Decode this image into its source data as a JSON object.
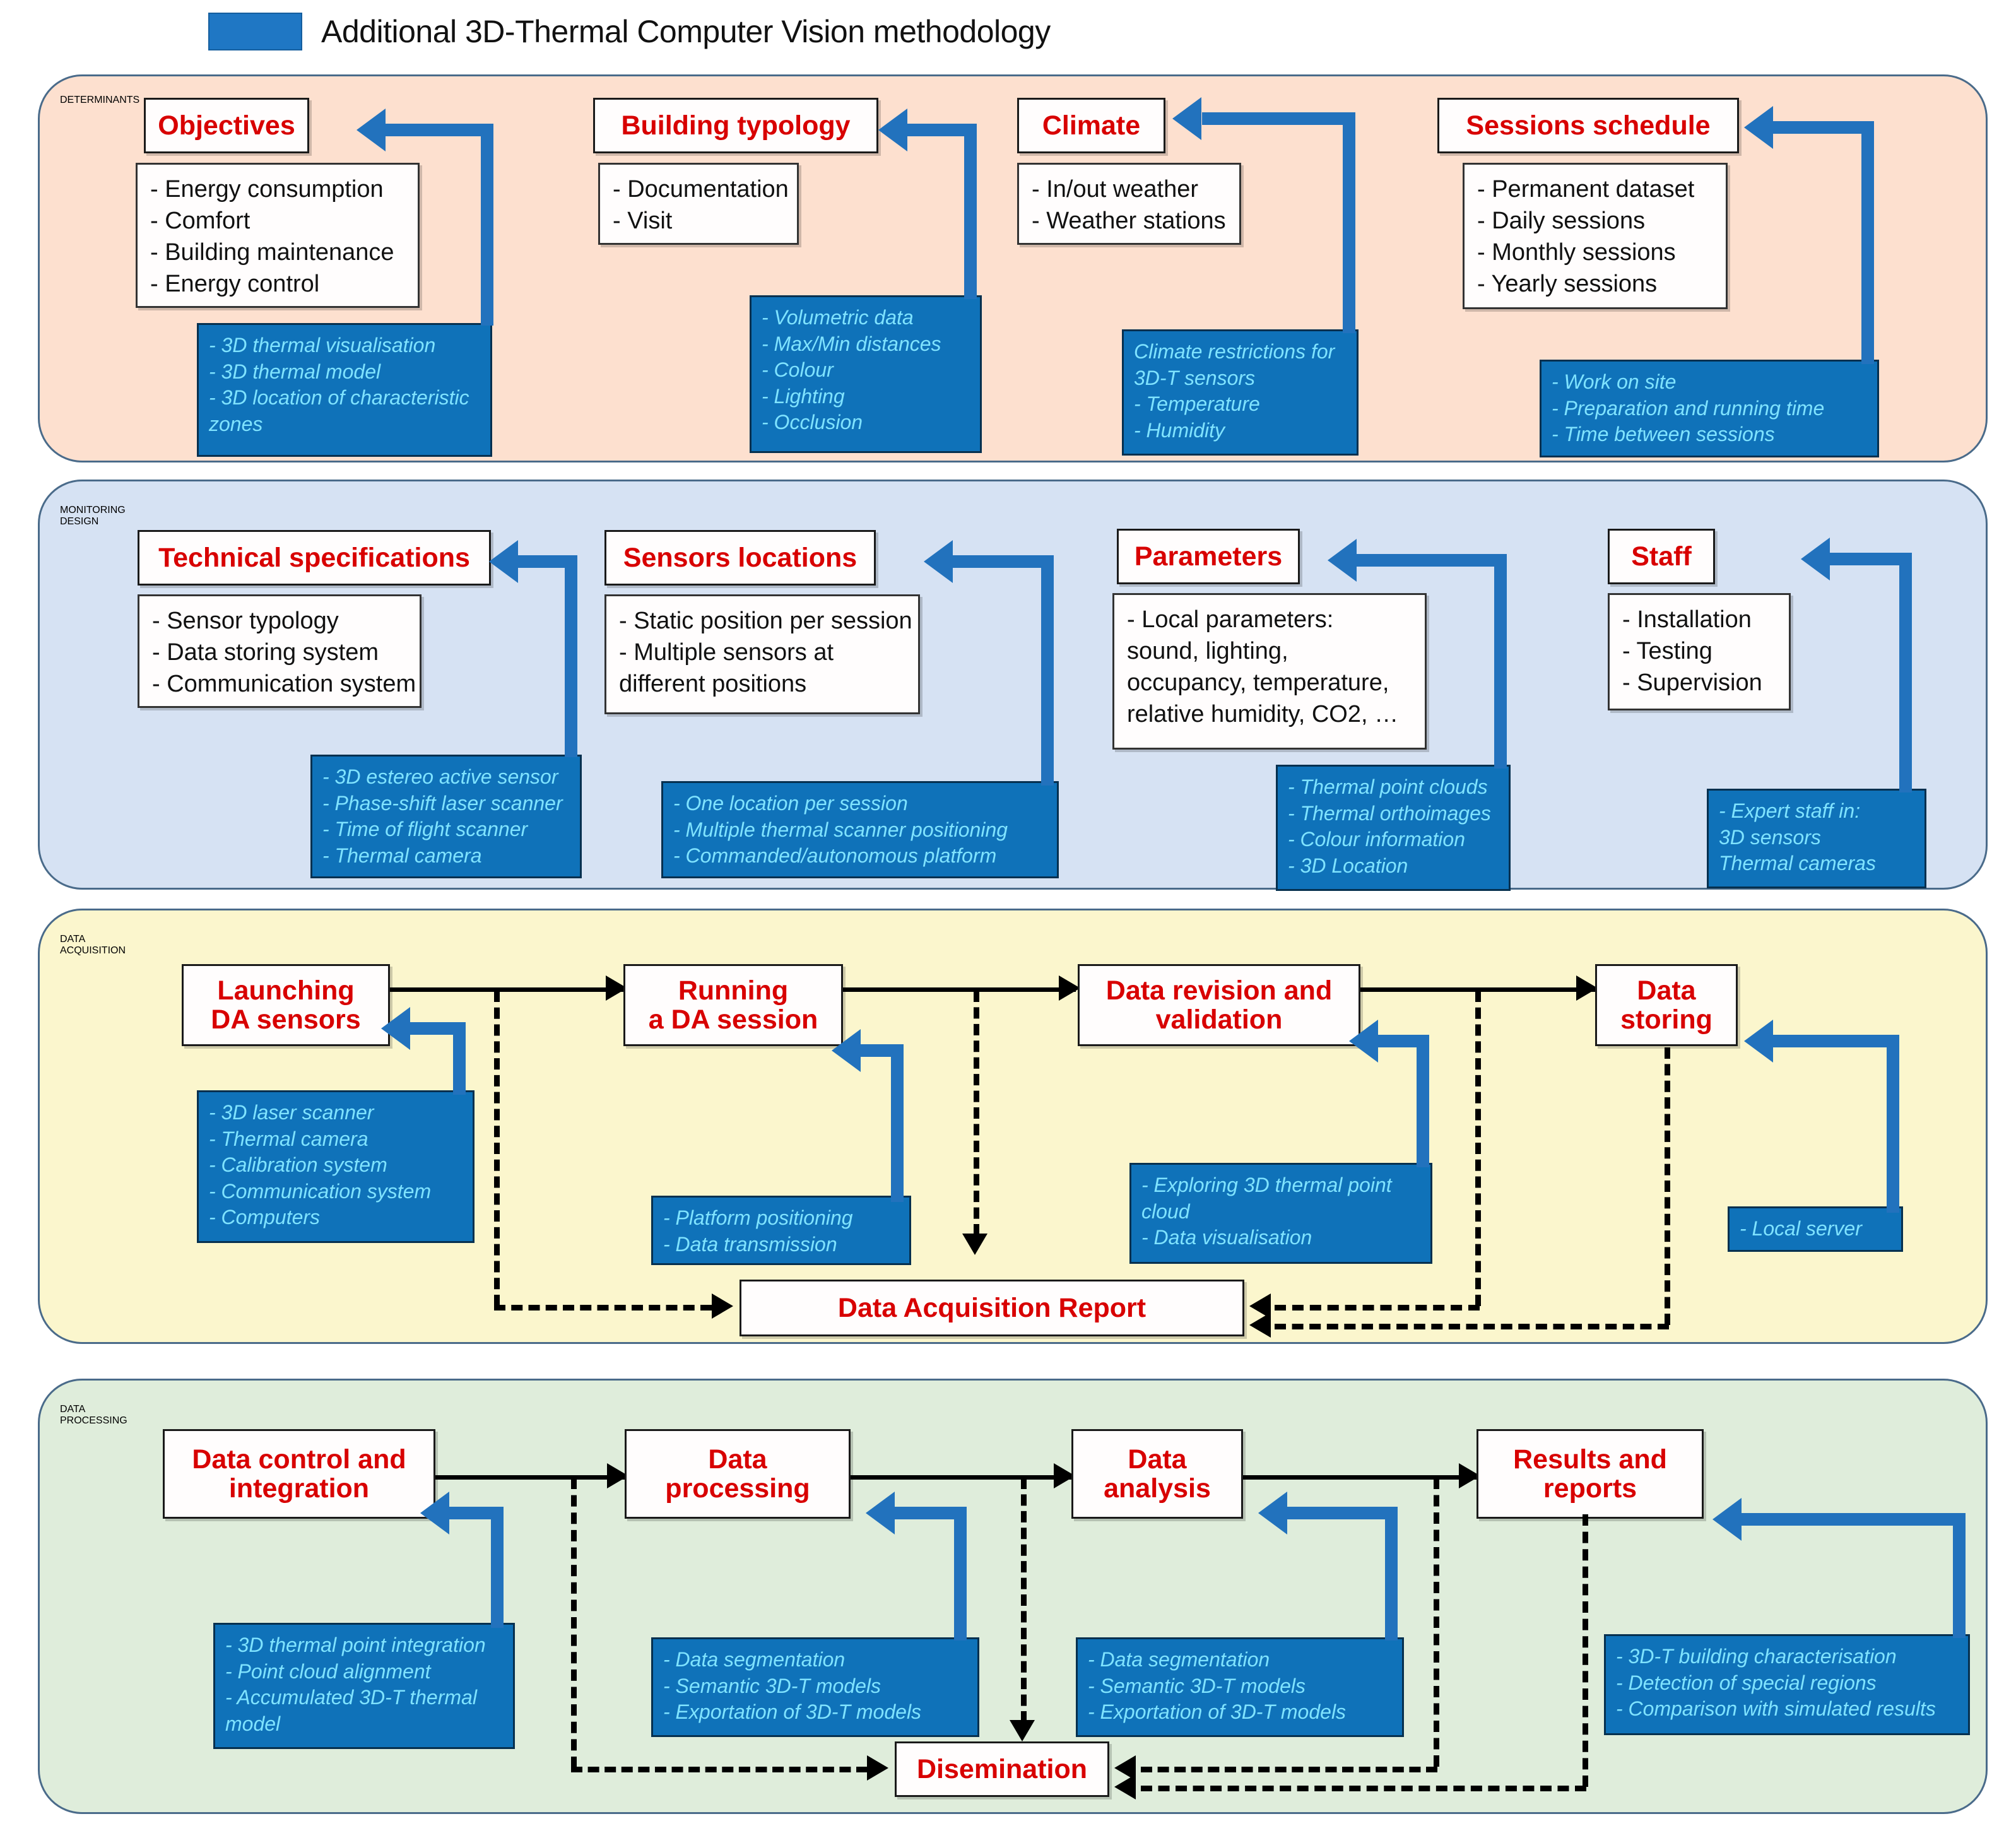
{
  "legend": {
    "swatch_color": "#1f77c4",
    "text": "Additional 3D-Thermal Computer Vision methodology"
  },
  "colors": {
    "determinants_band": "#fde0cf",
    "monitoring_band": "#d6e2f3",
    "acquisition_band": "#fbf6cd",
    "processing_band": "#dfeddb",
    "title_text": "#d80000",
    "blue_box": "#0f72b9",
    "blue_box_text": "#7fe3ff",
    "band_border": "#4a6b8a"
  },
  "bands": [
    {
      "id": "determinants",
      "label": "DETERMINANTS",
      "columns": [
        {
          "title": "Objectives",
          "items": [
            "- Energy consumption",
            "- Comfort",
            "- Building maintenance",
            "- Energy control"
          ],
          "blue_items": [
            "- 3D thermal visualisation",
            "- 3D thermal model",
            "- 3D location of characteristic",
            "  zones"
          ]
        },
        {
          "title": "Building typology",
          "items": [
            "- Documentation",
            "- Visit"
          ],
          "blue_items": [
            "- Volumetric data",
            "- Max/Min distances",
            "- Colour",
            " - Lighting",
            "- Occlusion"
          ]
        },
        {
          "title": "Climate",
          "items": [
            "- In/out weather",
            "- Weather stations"
          ],
          "blue_items": [
            "Climate restrictions for",
            "3D-T sensors",
            "- Temperature",
            "- Humidity"
          ]
        },
        {
          "title": "Sessions schedule",
          "items": [
            "- Permanent dataset",
            "- Daily sessions",
            "- Monthly sessions",
            "- Yearly sessions"
          ],
          "blue_items": [
            "- Work on site",
            "- Preparation and running time",
            "- Time between sessions"
          ]
        }
      ]
    },
    {
      "id": "monitoring",
      "label": "MONITORING DESIGN",
      "columns": [
        {
          "title": "Technical specifications",
          "items": [
            "- Sensor typology",
            "- Data storing system",
            "- Communication system"
          ],
          "blue_items": [
            "- 3D estereo active sensor",
            "- Phase-shift laser scanner",
            "- Time of flight scanner",
            "- Thermal camera"
          ]
        },
        {
          "title": "Sensors locations",
          "items": [
            "- Static position per session",
            "- Multiple sensors at",
            "different positions"
          ],
          "blue_items": [
            "- One location per session",
            "- Multiple thermal scanner positioning",
            "- Commanded/autonomous platform"
          ]
        },
        {
          "title": "Parameters",
          "items": [
            "- Local parameters:",
            "sound, lighting,",
            "occupancy, temperature,",
            "relative humidity, CO2, …"
          ],
          "blue_items": [
            "- Thermal point clouds",
            "- Thermal orthoimages",
            "- Colour information",
            "- 3D Location"
          ]
        },
        {
          "title": "Staff",
          "items": [
            "- Installation",
            "- Testing",
            "- Supervision"
          ],
          "blue_items": [
            "- Expert staff in:",
            "3D sensors",
            "Thermal cameras"
          ]
        }
      ]
    },
    {
      "id": "acquisition",
      "label": "DATA ACQUISITION",
      "report_box": "Data Acquisition Report",
      "columns": [
        {
          "title": "Launching\nDA sensors",
          "title_lines": [
            "Launching",
            "DA sensors"
          ],
          "blue_items": [
            "- 3D laser scanner",
            "- Thermal camera",
            "- Calibration system",
            "- Communication system",
            "- Computers"
          ]
        },
        {
          "title_lines": [
            "Running",
            "a DA session"
          ],
          "blue_items": [
            "- Platform positioning",
            "- Data transmission"
          ]
        },
        {
          "title_lines": [
            "Data revision and",
            "validation"
          ],
          "blue_items": [
            "- Exploring 3D thermal point",
            "cloud",
            "- Data visualisation"
          ]
        },
        {
          "title_lines": [
            "Data",
            "storing"
          ],
          "blue_items": [
            "- Local server"
          ]
        }
      ]
    },
    {
      "id": "processing",
      "label": "DATA PROCESSING",
      "report_box": "Disemination",
      "columns": [
        {
          "title_lines": [
            "Data control and",
            "integration"
          ],
          "blue_items": [
            "- 3D thermal point integration",
            "- Point cloud alignment",
            "- Accumulated 3D-T thermal",
            "model"
          ]
        },
        {
          "title_lines": [
            "Data",
            "processing"
          ],
          "blue_items": [
            "- Data segmentation",
            "- Semantic 3D-T models",
            "- Exportation of 3D-T models"
          ]
        },
        {
          "title_lines": [
            "Data",
            "analysis"
          ],
          "blue_items": [
            "- Data segmentation",
            "- Semantic 3D-T models",
            "- Exportation of 3D-T models"
          ]
        },
        {
          "title_lines": [
            "Results and",
            "reports"
          ],
          "blue_items": [
            "- 3D-T building characterisation",
            "- Detection of special regions",
            "- Comparison with simulated results"
          ]
        }
      ]
    }
  ]
}
